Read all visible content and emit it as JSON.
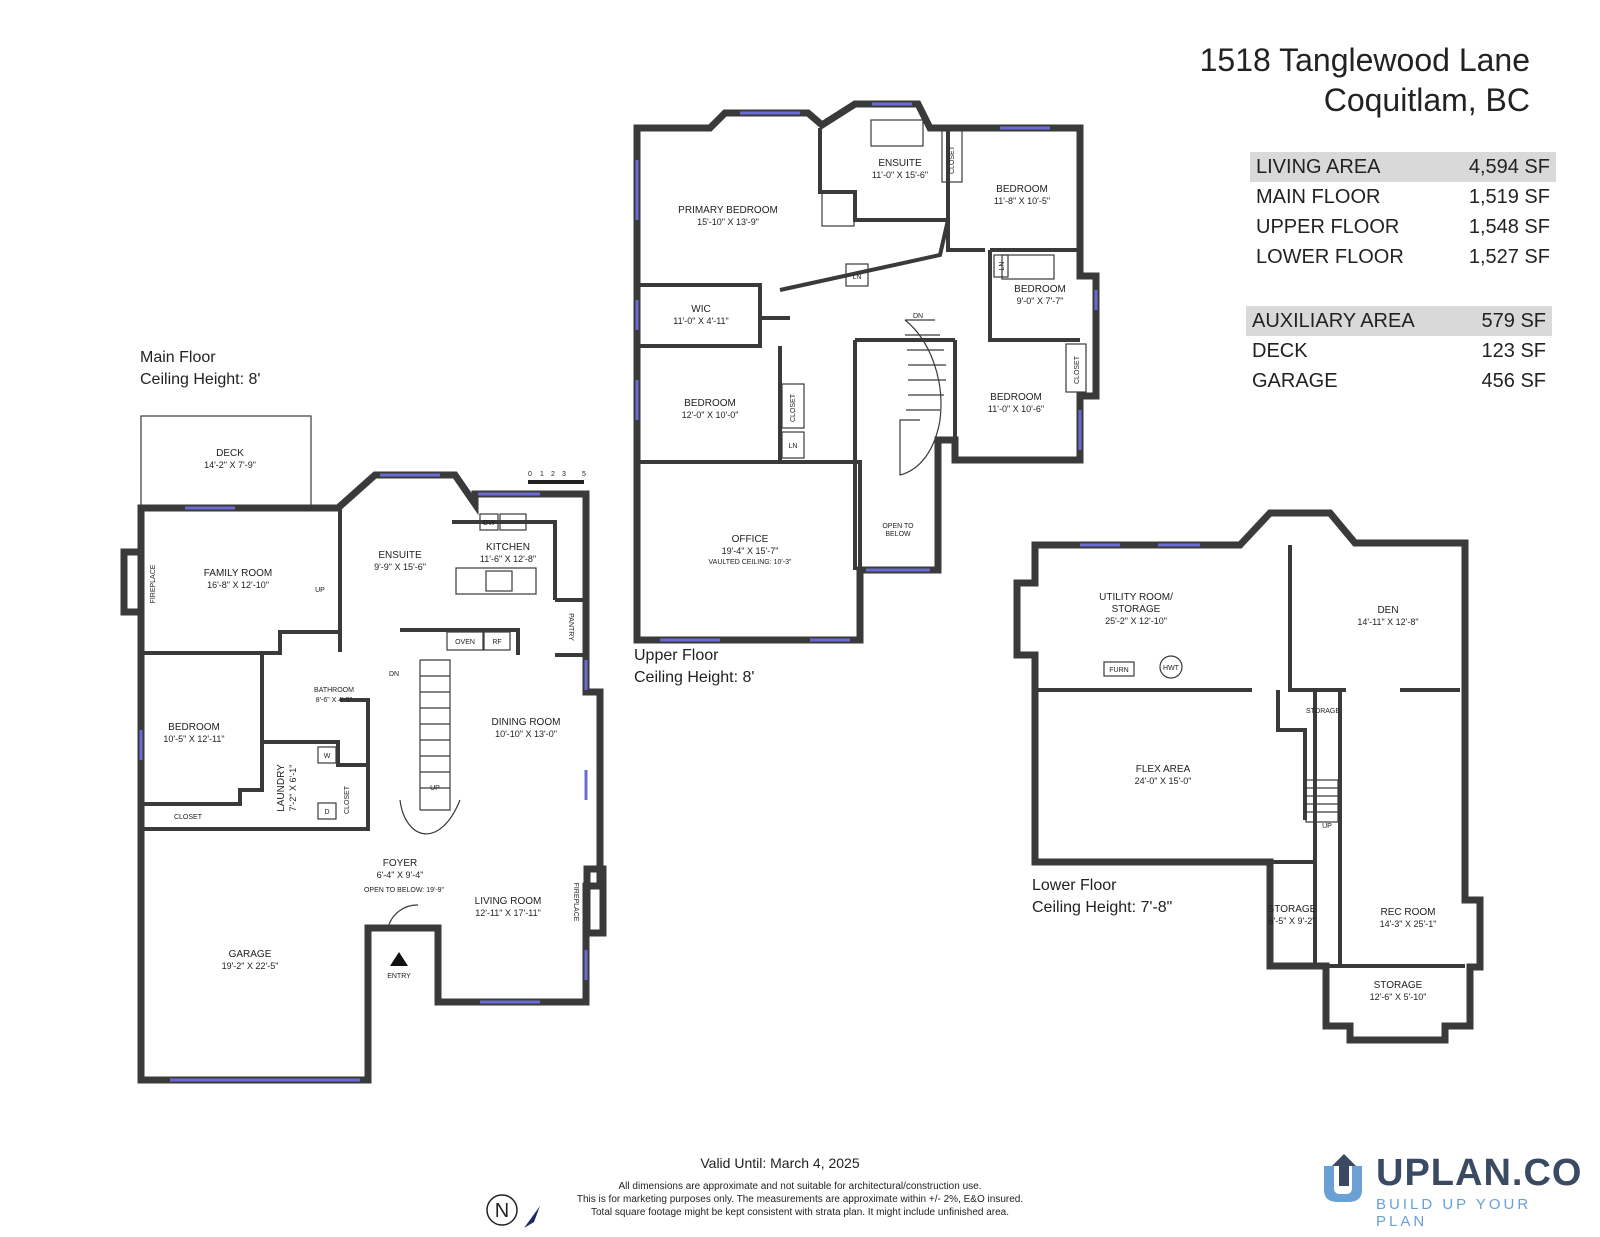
{
  "address": {
    "line1": "1518 Tanglewood Lane",
    "line2": "Coquitlam, BC"
  },
  "areas": {
    "living_header": {
      "label": "LIVING AREA",
      "value": "4,594 SF"
    },
    "living_rows": [
      {
        "label": "MAIN FLOOR",
        "value": "1,519 SF"
      },
      {
        "label": "UPPER FLOOR",
        "value": "1,548 SF"
      },
      {
        "label": "LOWER FLOOR",
        "value": "1,527 SF"
      }
    ],
    "aux_header": {
      "label": "AUXILIARY AREA",
      "value": "579 SF"
    },
    "aux_rows": [
      {
        "label": "DECK",
        "value": "123 SF"
      },
      {
        "label": "GARAGE",
        "value": "456 SF"
      }
    ]
  },
  "floors": {
    "main": {
      "name": "Main Floor",
      "ceiling": "Ceiling Height: 8'"
    },
    "upper": {
      "name": "Upper Floor",
      "ceiling": "Ceiling Height: 8'"
    },
    "lower": {
      "name": "Lower Floor",
      "ceiling": "Ceiling Height: 7'-8\""
    }
  },
  "rooms": {
    "deck": {
      "name": "DECK",
      "dim": "14'-2\" X 7'-9\""
    },
    "family": {
      "name": "FAMILY ROOM",
      "dim": "16'-8\" X 12'-10\""
    },
    "main_ensuite": {
      "name": "ENSUITE",
      "dim": "9'-9\" X 15'-6\""
    },
    "kitchen": {
      "name": "KITCHEN",
      "dim": "11'-6\" X 12'-8\""
    },
    "main_bedroom": {
      "name": "BEDROOM",
      "dim": "10'-5\" X 12'-11\""
    },
    "bathroom": {
      "name": "BATHROOM",
      "dim": "8'-6\" X 4'-5\""
    },
    "laundry": {
      "name": "LAUNDRY",
      "dim": "7'-2\" X 6'-1\""
    },
    "dining": {
      "name": "DINING ROOM",
      "dim": "10'-10\" X 13'-0\""
    },
    "foyer": {
      "name": "FOYER",
      "dim": "6'-4\" X 9'-4\"",
      "note": "OPEN TO BELOW: 19'-9\""
    },
    "living": {
      "name": "LIVING ROOM",
      "dim": "12'-11\" X 17'-11\""
    },
    "garage": {
      "name": "GARAGE",
      "dim": "19'-2\" X 22'-5\""
    },
    "primary": {
      "name": "PRIMARY BEDROOM",
      "dim": "15'-10\" X 13'-9\""
    },
    "upper_ensuite": {
      "name": "ENSUITE",
      "dim": "11'-0\" X 15'-6\""
    },
    "upper_bed1": {
      "name": "BEDROOM",
      "dim": "11'-8\" X 10'-5\""
    },
    "upper_bed2": {
      "name": "BEDROOM",
      "dim": "9'-0\" X 7'-7\""
    },
    "wic": {
      "name": "WIC",
      "dim": "11'-0\" X 4'-11\""
    },
    "upper_bed3": {
      "name": "BEDROOM",
      "dim": "12'-0\" X 10'-0\""
    },
    "upper_bed4": {
      "name": "BEDROOM",
      "dim": "11'-0\" X 10'-6\""
    },
    "office": {
      "name": "OFFICE",
      "dim": "19'-4\" X 15'-7\"",
      "note": "VAULTED CEILING: 10'-3\""
    },
    "utility": {
      "name": "UTILITY ROOM/",
      "name2": "STORAGE",
      "dim": "25'-2\" X 12'-10\""
    },
    "den": {
      "name": "DEN",
      "dim": "14'-11\" X 12'-8\""
    },
    "flex": {
      "name": "FLEX AREA",
      "dim": "24'-0\" X 15'-0\""
    },
    "storage1": {
      "name": "STORAGE",
      "dim": "6'-5\" X 9'-2\""
    },
    "rec": {
      "name": "REC ROOM",
      "dim": "14'-3\" X 25'-1\""
    },
    "storage2": {
      "name": "STORAGE",
      "dim": "12'-6\" X 5'-10\""
    }
  },
  "small_labels": {
    "fireplace": "FIREPLACE",
    "closet": "CLOSET",
    "pantry": "PANTRY",
    "ln": "LN",
    "up": "UP",
    "dn": "DN",
    "oven": "OVEN",
    "rf": "RF",
    "dw": "DW",
    "w": "W",
    "d": "D",
    "entry": "ENTRY",
    "open_to": "OPEN TO",
    "below": "BELOW",
    "furn": "FURN",
    "hwt": "HWT",
    "storage": "STORAGE",
    "scale": [
      "0",
      "1",
      "2",
      "3",
      "5"
    ]
  },
  "valid_until": "Valid Until: March 4, 2025",
  "disclaimer": [
    "All dimensions are approximate and not suitable for architectural/construction use.",
    "This is for marketing purposes only. The measurements are approximate within +/- 2%, E&O insured.",
    "Total square footage might be kept consistent with strata plan. It might include unfinished area."
  ],
  "compass": "N",
  "logo": {
    "name": "UPLAN.CO",
    "tagline": "BUILD UP YOUR PLAN"
  },
  "colors": {
    "wall": "#3a3a3a",
    "window": "#6b6bd6",
    "header_bg": "#d9d9d9",
    "logo_dark": "#3b4a63",
    "logo_light": "#6aa0d4"
  }
}
